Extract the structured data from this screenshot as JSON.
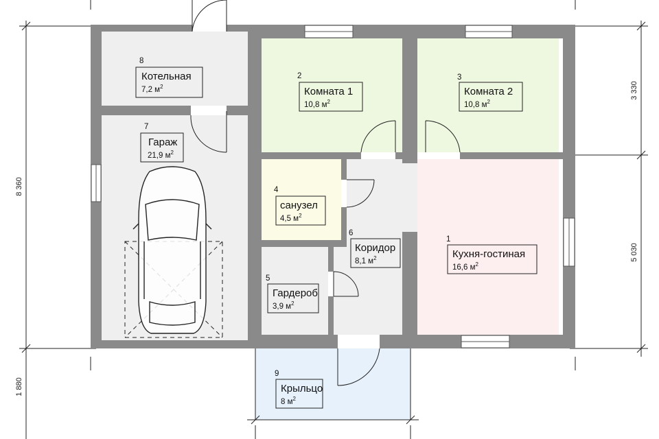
{
  "rooms": {
    "kitchen": {
      "number": "1",
      "name": "Кухня-гостиная",
      "area": "16,6 м",
      "area_unit_sup": "2",
      "fill": "#fdeef0"
    },
    "room1": {
      "number": "2",
      "name": "Комната 1",
      "area": "10,8 м",
      "area_unit_sup": "2",
      "fill": "#eef7e0"
    },
    "room2": {
      "number": "3",
      "name": "Комната 2",
      "area": "10,8 м",
      "area_unit_sup": "2",
      "fill": "#eef7e0"
    },
    "bathroom": {
      "number": "4",
      "name": "санузел",
      "area": "4,5 м",
      "area_unit_sup": "2",
      "fill": "#fbfbe6"
    },
    "wardrobe": {
      "number": "5",
      "name": "Гардероб",
      "area": "3,9 м",
      "area_unit_sup": "2",
      "fill": "#efefef"
    },
    "corridor": {
      "number": "6",
      "name": "Коридор",
      "area": "8,1 м",
      "area_unit_sup": "2",
      "fill": "#efefef"
    },
    "garage": {
      "number": "7",
      "name": "Гараж",
      "area": "21,9 м",
      "area_unit_sup": "2",
      "fill": "#efefef"
    },
    "boiler": {
      "number": "8",
      "name": "Котельная",
      "area": "7,2 м",
      "area_unit_sup": "2",
      "fill": "#efefef"
    },
    "porch": {
      "number": "9",
      "name": "Крыльцо",
      "area": "8 м",
      "area_unit_sup": "2",
      "fill": "#e6f1fb"
    }
  },
  "dimensions": {
    "left_total": "8 360",
    "left_bottom": "1 880",
    "right_top": "3 330",
    "right_bottom": "5 030"
  },
  "colors": {
    "wall": "#8a8a8a",
    "dim_line": "#222222"
  }
}
